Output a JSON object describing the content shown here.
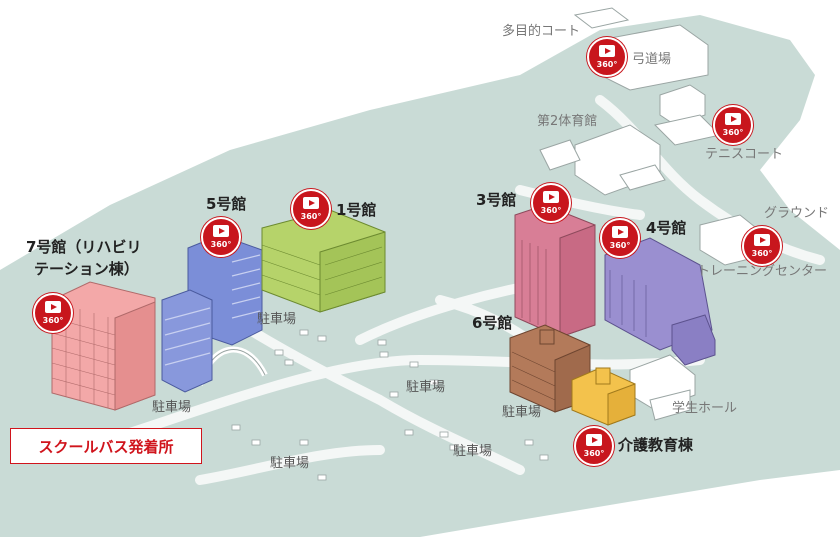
{
  "buildings": {
    "b7": "7号館（リハビリ",
    "b7_line2": "テーション棟）",
    "b5": "5号館",
    "b1": "1号館",
    "b3": "3号館",
    "b4": "4号館",
    "b6": "6号館"
  },
  "facilities": {
    "multi_court": "多目的コート",
    "kyudojo": "弓道場",
    "gym2": "第2体育館",
    "tennis": "テニスコート",
    "ground": "グラウンド",
    "training": "トレーニングセンター",
    "student_hall": "学生ホール",
    "care_building": "介護教育棟"
  },
  "parking": {
    "label": "駐車場"
  },
  "bus_stop": {
    "label": "スクールバス発着所"
  },
  "icon_360": {
    "text": "360°"
  },
  "colors": {
    "ground": "#c9dbd6",
    "road": "#f4f7f6",
    "b7": "#f3a8a8",
    "b5": "#7b8ed8",
    "b1": "#b6d36a",
    "b3": "#d87e96",
    "b4": "#9a8fd0",
    "b6": "#b37a5a",
    "care": "#f3c24c",
    "accent": "#c8161d"
  }
}
